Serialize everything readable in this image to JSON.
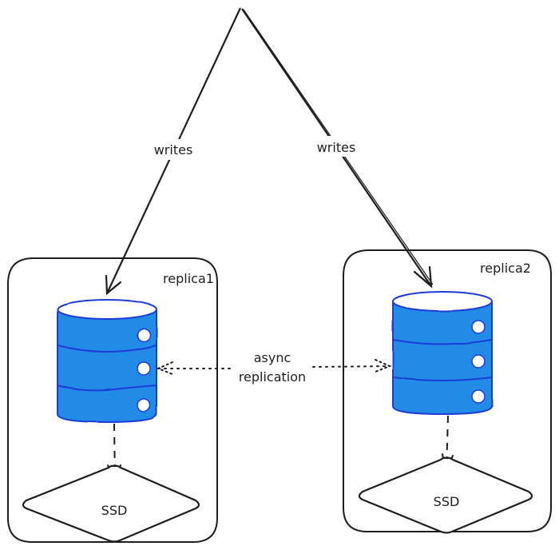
{
  "diagram": {
    "edges": [
      {
        "id": "writes-left",
        "label": "writes",
        "from": "source",
        "to": "replica1-db",
        "style": "solid"
      },
      {
        "id": "writes-right",
        "label": "writes",
        "from": "source",
        "to": "replica2-db",
        "style": "solid"
      },
      {
        "id": "async-replication",
        "label_line1": "async",
        "label_line2": "replication",
        "from": "replica2-db",
        "to": "replica1-db",
        "style": "dotted",
        "bidirectional": true
      },
      {
        "id": "disk-left",
        "label": "",
        "from": "replica1-db",
        "to": "replica1-ssd",
        "style": "dashed"
      },
      {
        "id": "disk-right",
        "label": "",
        "from": "replica2-db",
        "to": "replica2-ssd",
        "style": "dashed"
      }
    ],
    "nodes": {
      "replica1": {
        "label": "replica1",
        "ssd_label": "SSD"
      },
      "replica2": {
        "label": "replica2",
        "ssd_label": "SSD"
      }
    },
    "colors": {
      "stroke": "#1e1e1e",
      "db_fill": "#228be6",
      "db_stroke": "#1e3ad8",
      "background": "#ffffff"
    }
  }
}
